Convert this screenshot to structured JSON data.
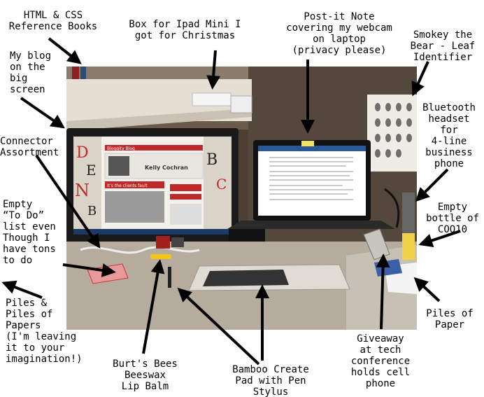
{
  "photo": {
    "blog_title": "Bloggity Blog",
    "blog_author": "Kelly Cochran",
    "blog_post_title": "It's the clients fault"
  },
  "labels": {
    "html_css_books": "HTML & CSS\nReference Books",
    "ipad_box": "Box for Ipad Mini I\ngot for Christmas",
    "post_it": "Post-it Note\ncovering my webcam\non laptop\n(privacy please)",
    "smokey": "Smokey the\nBear - Leaf\nIdentifier",
    "blog_screen": "My blog\non the\nbig\nscreen",
    "connectors": "Connector\nAssortment",
    "bluetooth": "Bluetooth\nheadset\nfor\n4-line\nbusiness\nphone",
    "todo": "Empty\n“To Do”\nlist even\nThough I\nhave tons\nto do",
    "coq10": "Empty\nbottle of\nCOQ10",
    "papers_left": "Piles &\nPiles of\nPapers\n(I'm leaving\nit to your\nimagination!)",
    "papers_right": "Piles of\nPaper",
    "burts_bees": "Burt's Bees\nBeeswax\nLip Balm",
    "bamboo": "Bamboo Create\nPad with Pen\nStylus",
    "giveaway": "Giveaway\nat tech\nconference\nholds cell\nphone"
  },
  "colors": {
    "wall": "#5a4a3c",
    "desk": "#b4ab9d",
    "shelf": "#d8d2c6",
    "blog_red": "#c0282a"
  }
}
